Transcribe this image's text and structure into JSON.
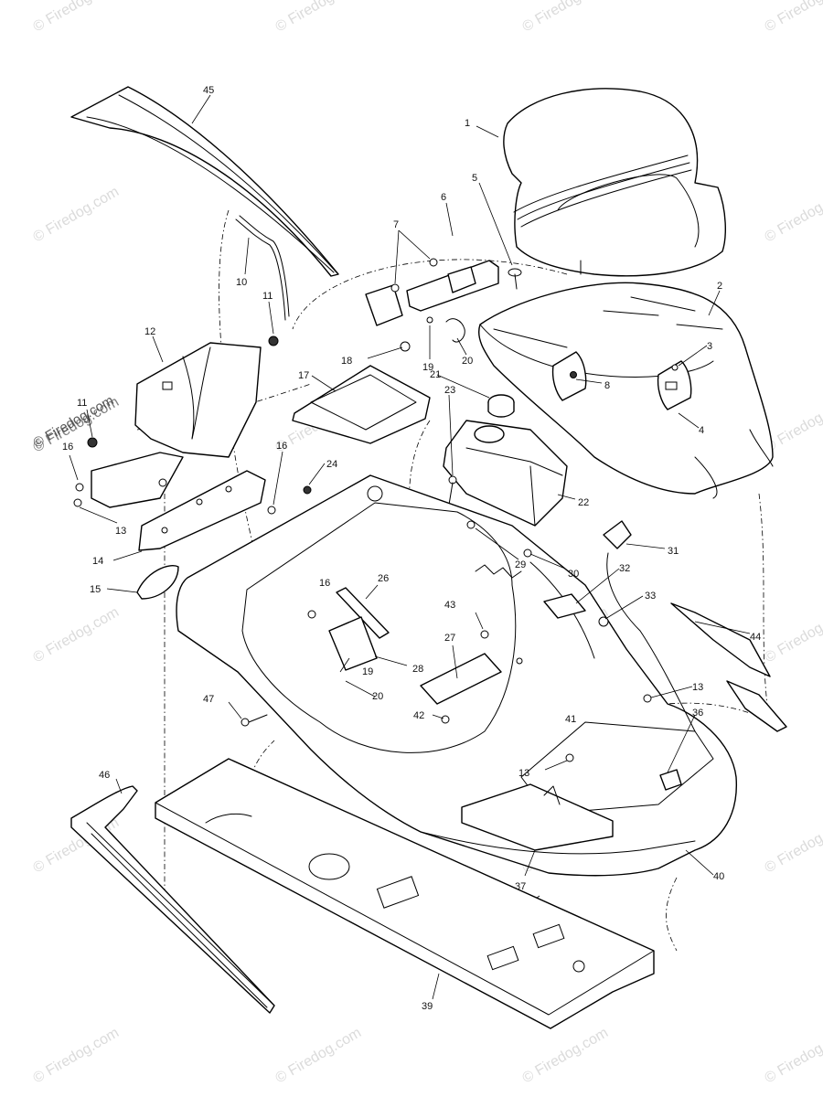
{
  "watermark": {
    "text": "© Firedog.com",
    "color": "#cfcfcf"
  },
  "callouts": [
    {
      "id": "c1",
      "text": "1"
    },
    {
      "id": "c2",
      "text": "2"
    },
    {
      "id": "c3",
      "text": "3"
    },
    {
      "id": "c4",
      "text": "4"
    },
    {
      "id": "c5",
      "text": "5"
    },
    {
      "id": "c6",
      "text": "6"
    },
    {
      "id": "c7",
      "text": "7"
    },
    {
      "id": "c8",
      "text": "8"
    },
    {
      "id": "c10",
      "text": "10"
    },
    {
      "id": "c11a",
      "text": "11"
    },
    {
      "id": "c11b",
      "text": "11"
    },
    {
      "id": "c12",
      "text": "12"
    },
    {
      "id": "c13a",
      "text": "13"
    },
    {
      "id": "c13b",
      "text": "13"
    },
    {
      "id": "c13c",
      "text": "13"
    },
    {
      "id": "c14",
      "text": "14"
    },
    {
      "id": "c15",
      "text": "15"
    },
    {
      "id": "c16a",
      "text": "16"
    },
    {
      "id": "c16b",
      "text": "16"
    },
    {
      "id": "c16c",
      "text": "16"
    },
    {
      "id": "c17",
      "text": "17"
    },
    {
      "id": "c18",
      "text": "18"
    },
    {
      "id": "c19a",
      "text": "19"
    },
    {
      "id": "c19b",
      "text": "19"
    },
    {
      "id": "c20a",
      "text": "20"
    },
    {
      "id": "c20b",
      "text": "20"
    },
    {
      "id": "c21",
      "text": "21"
    },
    {
      "id": "c22",
      "text": "22"
    },
    {
      "id": "c23",
      "text": "23"
    },
    {
      "id": "c24",
      "text": "24"
    },
    {
      "id": "c26",
      "text": "26"
    },
    {
      "id": "c27",
      "text": "27"
    },
    {
      "id": "c28",
      "text": "28"
    },
    {
      "id": "c29",
      "text": "29"
    },
    {
      "id": "c30",
      "text": "30"
    },
    {
      "id": "c31",
      "text": "31"
    },
    {
      "id": "c32",
      "text": "32"
    },
    {
      "id": "c33",
      "text": "33"
    },
    {
      "id": "c36",
      "text": "36"
    },
    {
      "id": "c37",
      "text": "37"
    },
    {
      "id": "c39",
      "text": "39"
    },
    {
      "id": "c40",
      "text": "40"
    },
    {
      "id": "c41",
      "text": "41"
    },
    {
      "id": "c42",
      "text": "42"
    },
    {
      "id": "c43",
      "text": "43"
    },
    {
      "id": "c44",
      "text": "44"
    },
    {
      "id": "c45",
      "text": "45"
    },
    {
      "id": "c46",
      "text": "46"
    },
    {
      "id": "c47",
      "text": "47"
    }
  ]
}
